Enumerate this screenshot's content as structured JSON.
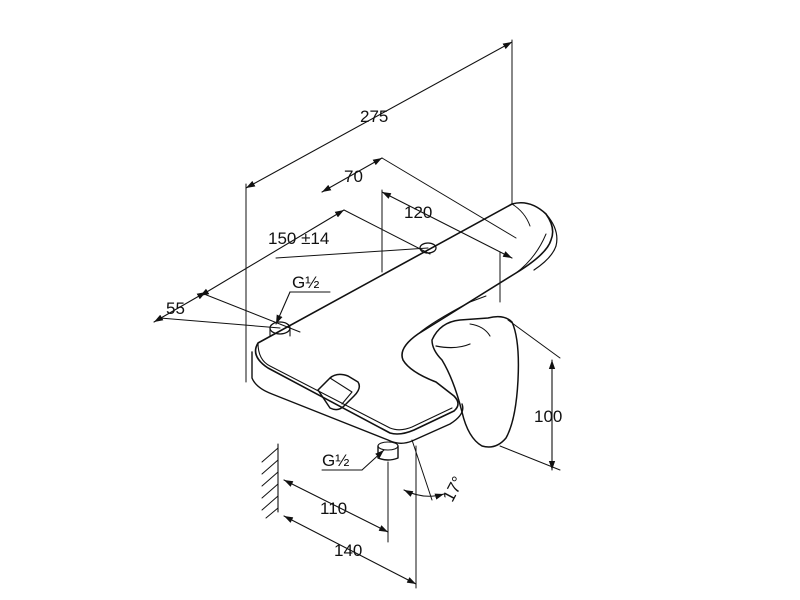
{
  "dimensions": {
    "overall_length": "275",
    "inlet_to_spout": "70",
    "body_depth": "120",
    "inlet_spacing": "150 ±14",
    "inlet_offset": "55",
    "height": "100",
    "outlet_offset": "110",
    "outlet_projection": "140",
    "spout_angle": "17°"
  },
  "threads": {
    "inlet": "G½",
    "outlet": "G½"
  }
}
